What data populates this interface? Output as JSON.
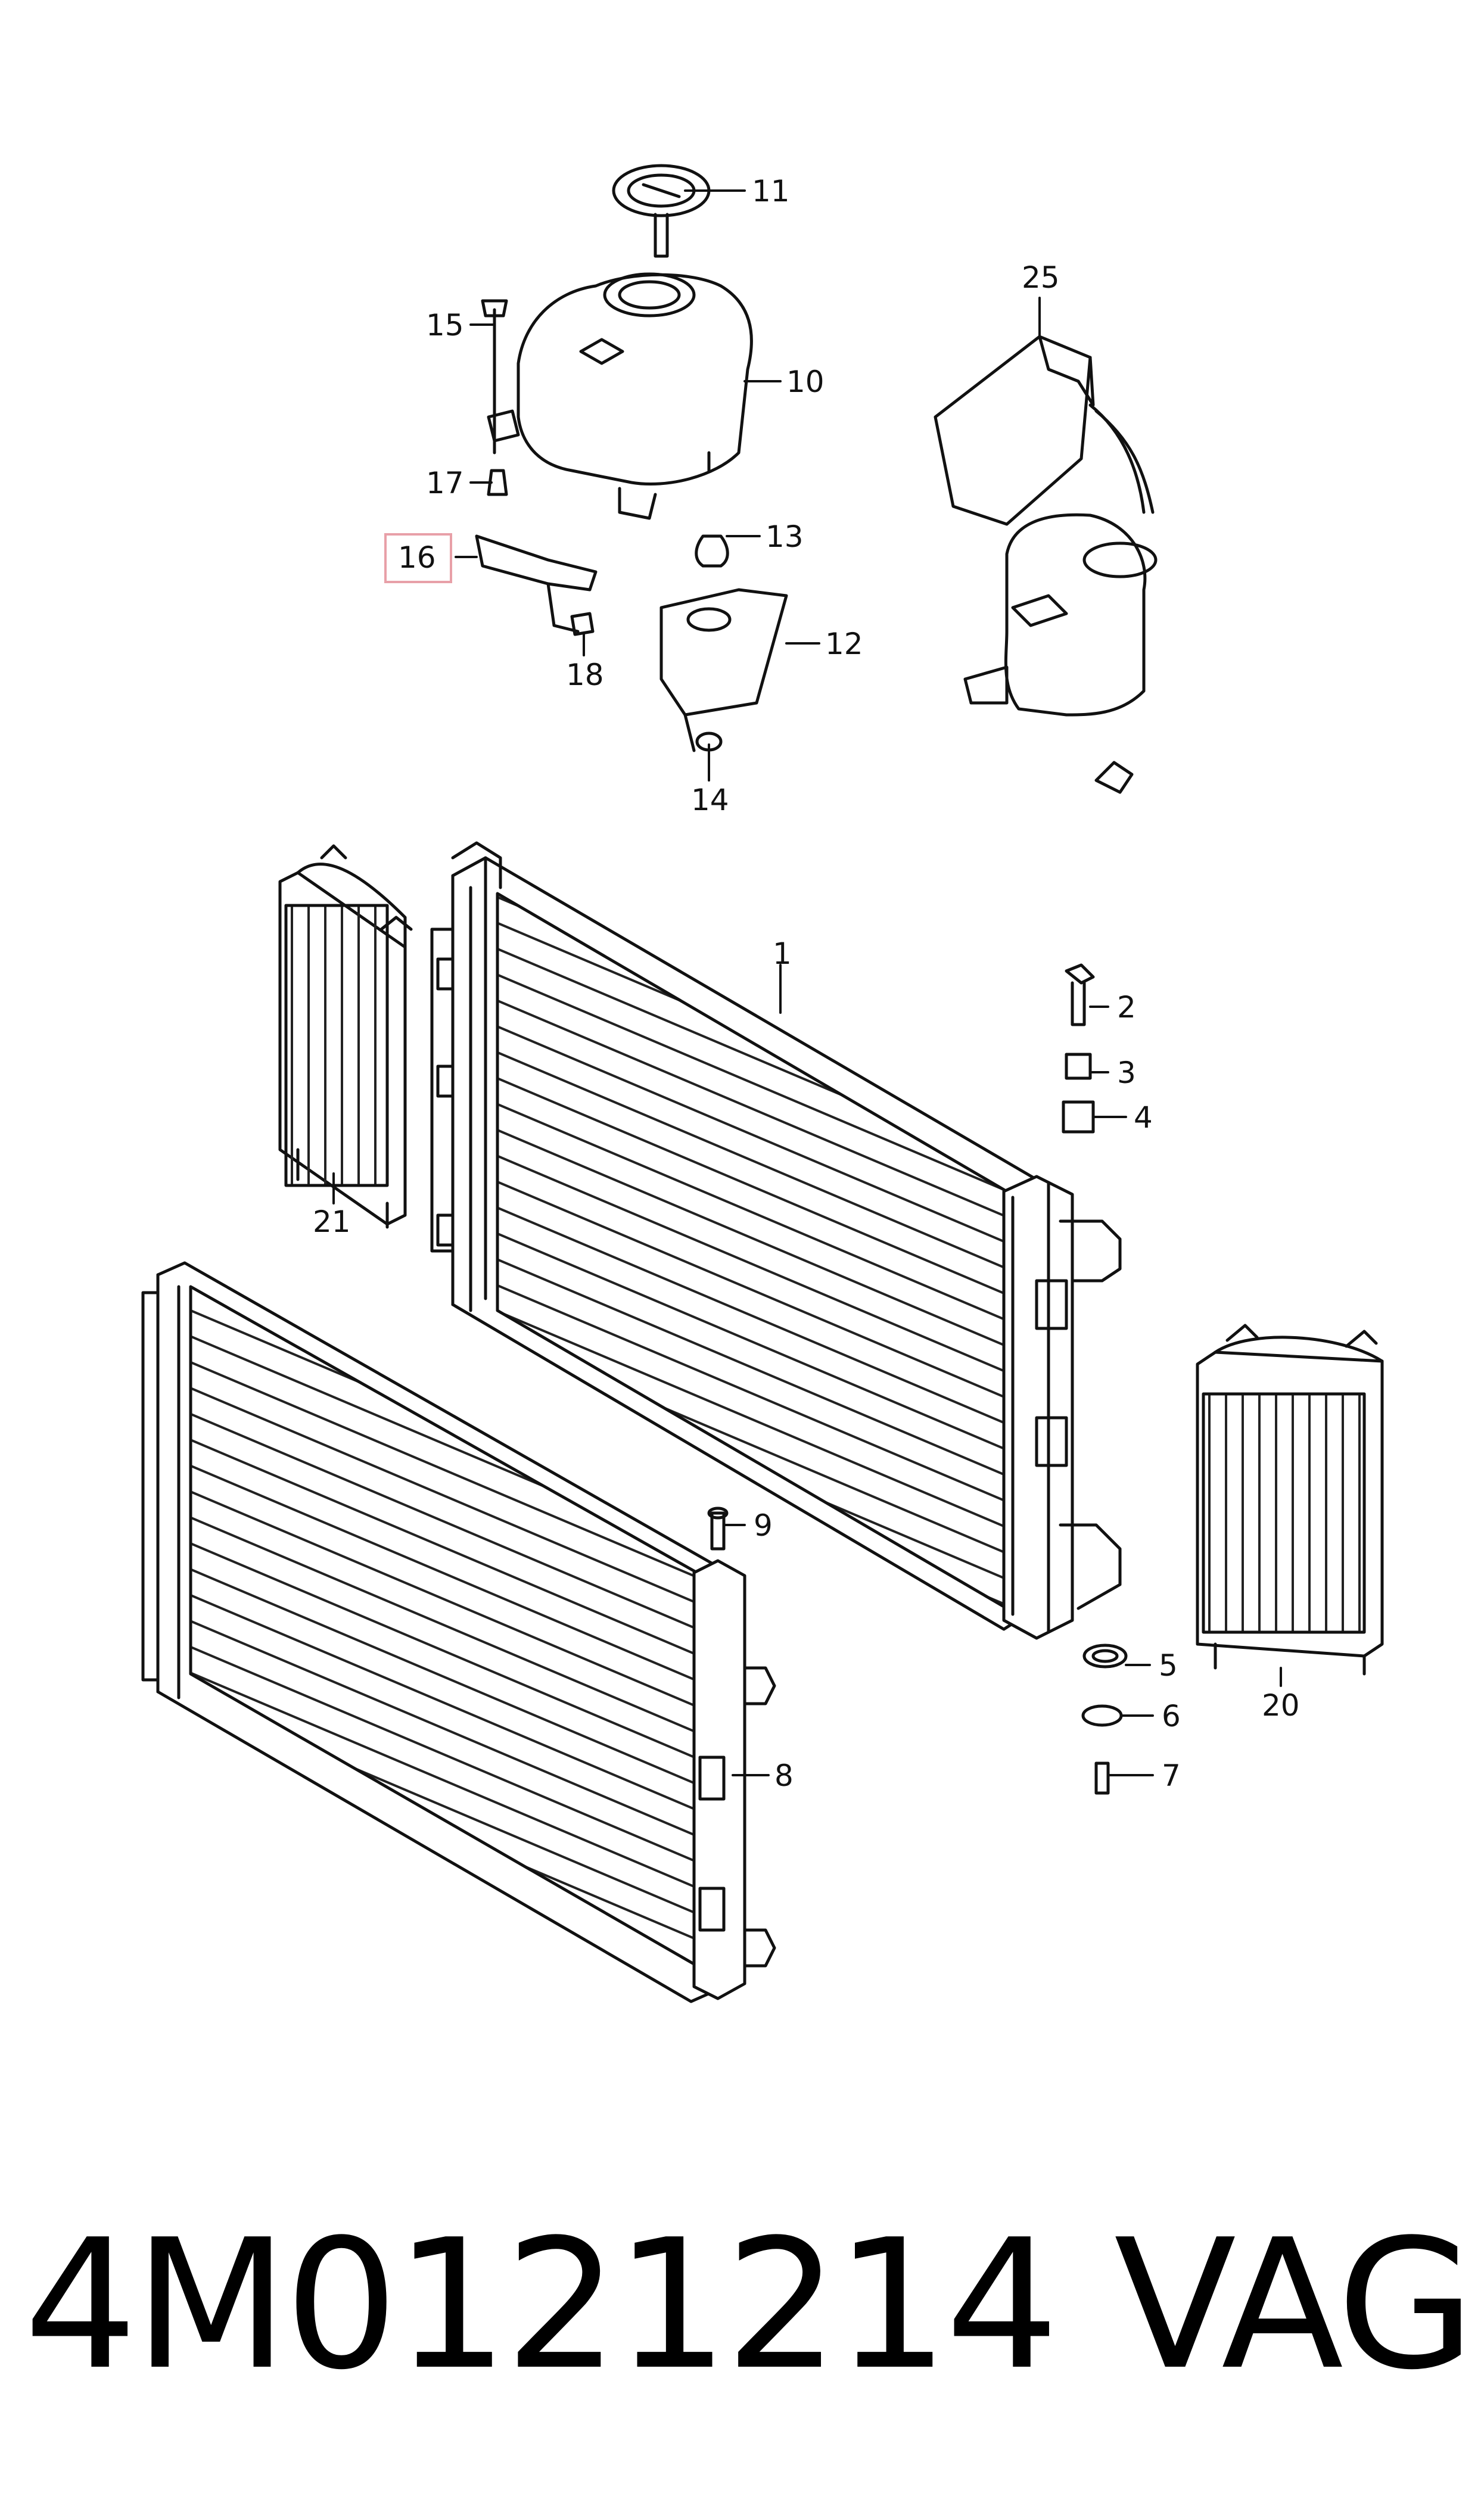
{
  "callouts": [
    {
      "id": "1",
      "label": "1"
    },
    {
      "id": "2",
      "label": "2"
    },
    {
      "id": "3",
      "label": "3"
    },
    {
      "id": "4",
      "label": "4"
    },
    {
      "id": "5",
      "label": "5"
    },
    {
      "id": "6",
      "label": "6"
    },
    {
      "id": "7",
      "label": "7"
    },
    {
      "id": "8",
      "label": "8"
    },
    {
      "id": "9",
      "label": "9"
    },
    {
      "id": "10",
      "label": "10"
    },
    {
      "id": "11",
      "label": "11"
    },
    {
      "id": "12",
      "label": "12"
    },
    {
      "id": "13",
      "label": "13"
    },
    {
      "id": "14",
      "label": "14"
    },
    {
      "id": "15",
      "label": "15"
    },
    {
      "id": "16",
      "label": "16",
      "highlighted": true
    },
    {
      "id": "17",
      "label": "17"
    },
    {
      "id": "18",
      "label": "18"
    },
    {
      "id": "20",
      "label": "20"
    },
    {
      "id": "21",
      "label": "21"
    },
    {
      "id": "25",
      "label": "25"
    }
  ],
  "highlight_color": "#e8a0a8",
  "footer": {
    "part_number": "4M0121214",
    "brand": "VAG"
  }
}
